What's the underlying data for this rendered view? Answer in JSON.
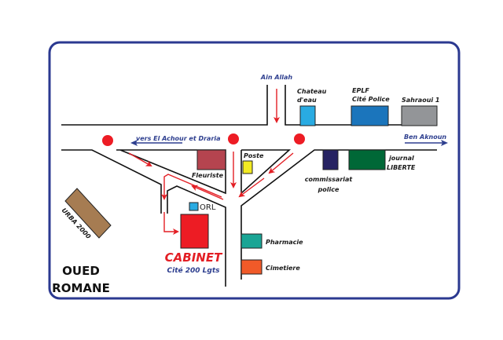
{
  "map": {
    "district_label_line1": "OUED",
    "district_label_line2": "ROMANE",
    "destination": {
      "title": "CABINET",
      "subtitle": "Cité 200 Lgts",
      "color": "#ed1c24"
    },
    "directions": {
      "north": "Ain Allah",
      "west": "vers El Achour et Draria",
      "east": "Ben Aknoun"
    },
    "landmarks": [
      {
        "id": "orl",
        "label": "ORL",
        "color": "#29abe2"
      },
      {
        "id": "fleuriste",
        "label": "Fleuriste",
        "color": "#b5444f"
      },
      {
        "id": "poste",
        "label": "Poste",
        "color": "#f2ea22"
      },
      {
        "id": "chateau",
        "label_line1": "Chateau",
        "label_line2": "d'eau",
        "color": "#29abe2"
      },
      {
        "id": "eplf",
        "label_line1": "EPLF",
        "label_line2": "Cité Police",
        "color": "#1b75bc"
      },
      {
        "id": "sahraoui",
        "label": "Sahraoui 1",
        "color": "#939598"
      },
      {
        "id": "commissariat",
        "label_line1": "commissariat",
        "label_line2": "police",
        "color": "#262262"
      },
      {
        "id": "journal",
        "label_line1": "journal",
        "label_line2": "LIBERTE",
        "color": "#006837"
      },
      {
        "id": "pharmacie",
        "label": "Pharmacie",
        "color": "#1aa595"
      },
      {
        "id": "cimetiere",
        "label": "Cimetiere",
        "color": "#f15a29"
      },
      {
        "id": "urba",
        "label": "URBA 2000",
        "color": "#a67c52"
      }
    ],
    "colors": {
      "frame": "#2b3990",
      "route_arrow": "#e31e24",
      "direction_arrow": "#2e3f8f",
      "roundabout": "#ed1c24"
    }
  }
}
